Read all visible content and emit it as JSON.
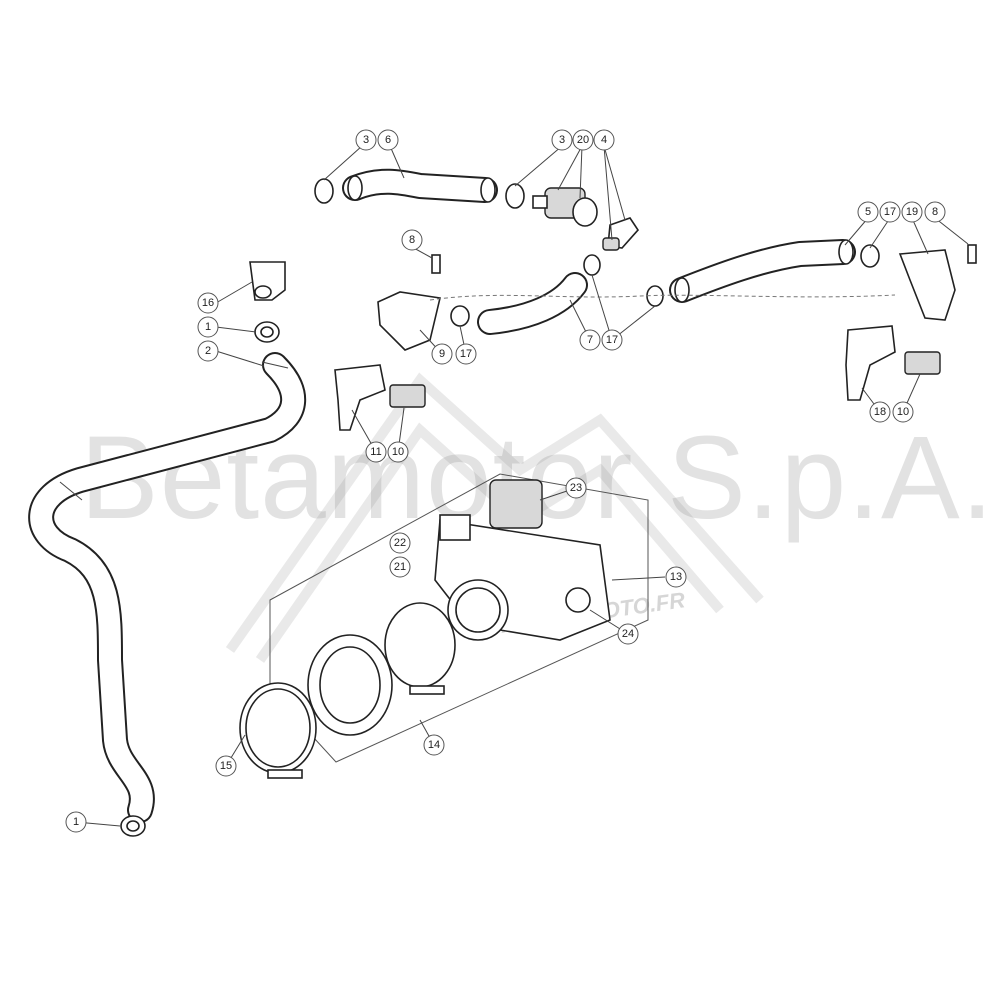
{
  "watermark": {
    "brand": "Betamotor S.p.A.",
    "site": "ATOMICMOTO.FR"
  },
  "callouts": [
    {
      "id": "c1",
      "label": "3"
    },
    {
      "id": "c2",
      "label": "6"
    },
    {
      "id": "c3",
      "label": "3"
    },
    {
      "id": "c4",
      "label": "20"
    },
    {
      "id": "c5",
      "label": "4"
    },
    {
      "id": "c6",
      "label": "5"
    },
    {
      "id": "c7",
      "label": "17"
    },
    {
      "id": "c8",
      "label": "19"
    },
    {
      "id": "c9",
      "label": "8"
    },
    {
      "id": "c10",
      "label": "8"
    },
    {
      "id": "c11",
      "label": "16"
    },
    {
      "id": "c12",
      "label": "1"
    },
    {
      "id": "c13",
      "label": "2"
    },
    {
      "id": "c14",
      "label": "9"
    },
    {
      "id": "c15",
      "label": "17"
    },
    {
      "id": "c16",
      "label": "7"
    },
    {
      "id": "c17",
      "label": "17"
    },
    {
      "id": "c18",
      "label": "11"
    },
    {
      "id": "c19",
      "label": "10"
    },
    {
      "id": "c20",
      "label": "18"
    },
    {
      "id": "c21",
      "label": "10"
    },
    {
      "id": "c22",
      "label": "23"
    },
    {
      "id": "c23",
      "label": "22"
    },
    {
      "id": "c24",
      "label": "21"
    },
    {
      "id": "c25",
      "label": "13"
    },
    {
      "id": "c26",
      "label": "24"
    },
    {
      "id": "c27",
      "label": "14"
    },
    {
      "id": "c28",
      "label": "15"
    },
    {
      "id": "c29",
      "label": "1"
    }
  ]
}
